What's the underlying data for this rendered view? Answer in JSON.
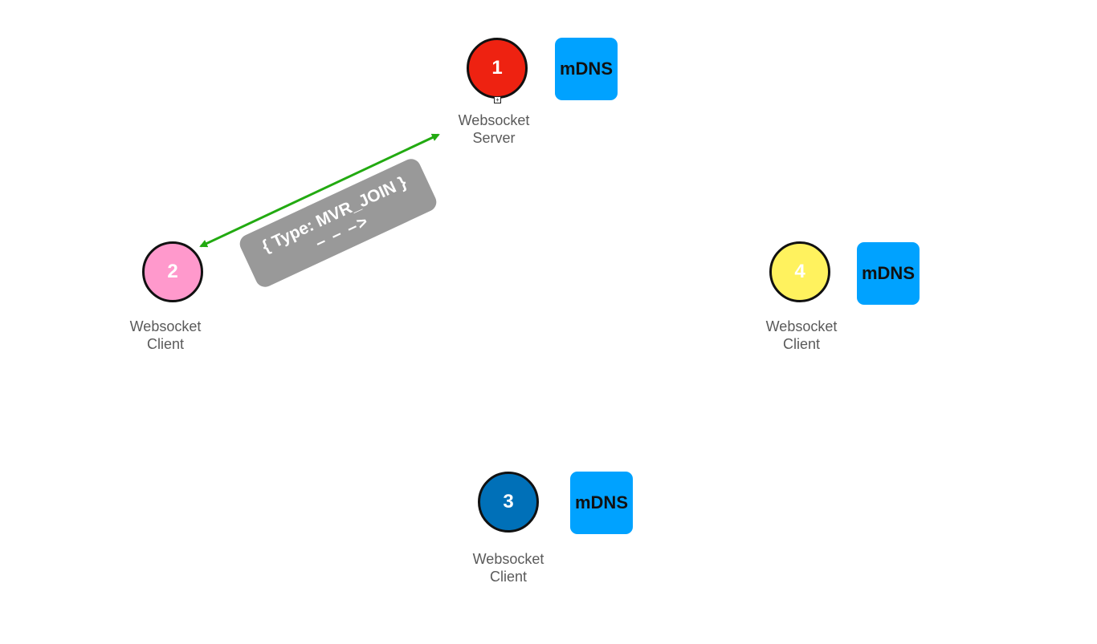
{
  "nodes": [
    {
      "id": "1",
      "color": "#ee2211",
      "label_line1": "Websocket",
      "label_line2": "Server"
    },
    {
      "id": "2",
      "color": "#ff99cc",
      "label_line1": "Websocket",
      "label_line2": "Client"
    },
    {
      "id": "3",
      "color": "#0070b8",
      "label_line1": "Websocket",
      "label_line2": "Client"
    },
    {
      "id": "4",
      "color": "#fff25e",
      "label_line1": "Websocket",
      "label_line2": "Client"
    }
  ],
  "mdns_badges": [
    {
      "text": "mDNS",
      "attached_to": "1"
    },
    {
      "text": "mDNS",
      "attached_to": "4"
    },
    {
      "text": "mDNS",
      "attached_to": "3"
    }
  ],
  "connection": {
    "from": "2",
    "to": "1",
    "message_line1": "{ Type: MVR_JOIN }",
    "message_line2": "– – –>",
    "color": "#22aa11"
  },
  "colors": {
    "mdns_fill": "#00a2ff",
    "message_fill": "#999999",
    "label_text": "#5a5a5a"
  },
  "handle_icon": "expand-handle-icon"
}
